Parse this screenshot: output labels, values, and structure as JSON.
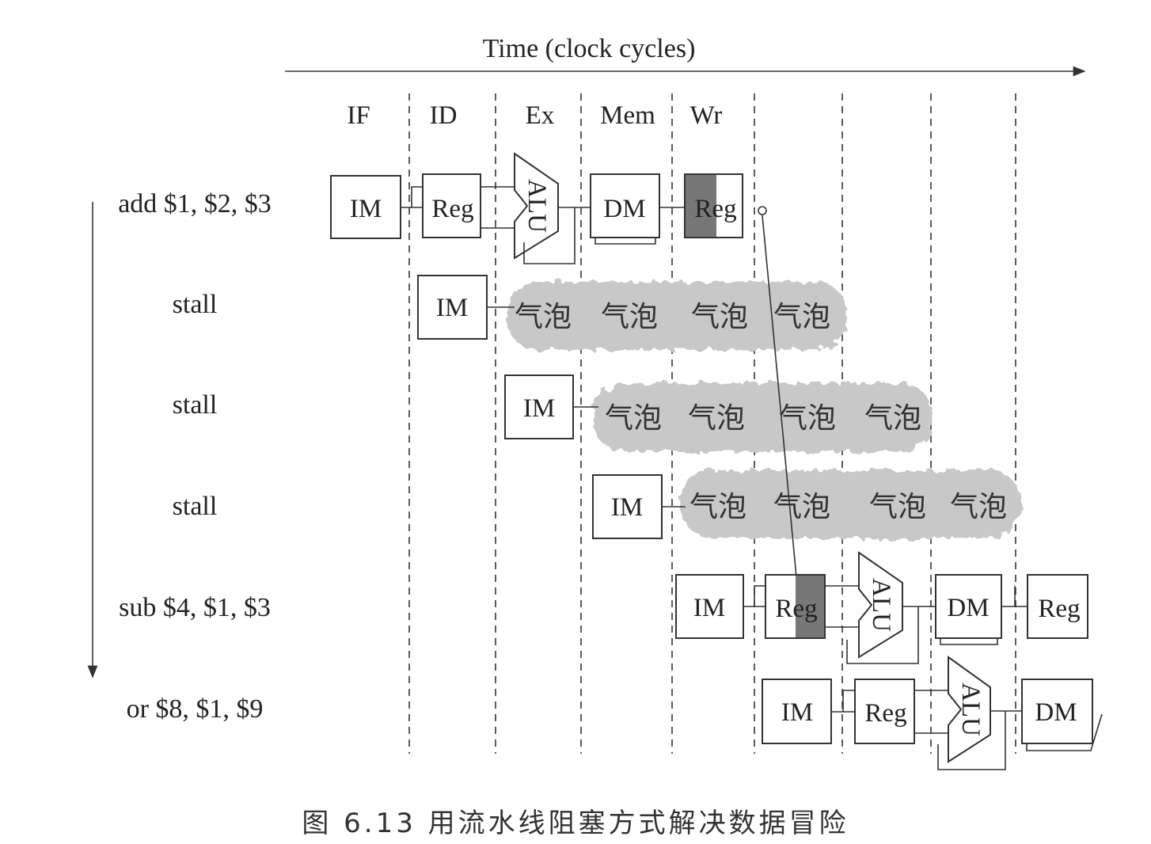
{
  "time_axis": {
    "label": "Time (clock cycles)"
  },
  "stage_headers": [
    "IF",
    "ID",
    "Ex",
    "Mem",
    "Wr"
  ],
  "instructions": [
    {
      "label": "add $1, $2, $3",
      "units": [
        "IM",
        "Reg",
        "ALU",
        "DM",
        "Reg"
      ]
    },
    {
      "label": "stall",
      "units": [
        "IM"
      ],
      "bubbles": [
        "气泡",
        "气泡",
        "气泡",
        "气泡"
      ]
    },
    {
      "label": "stall",
      "units": [
        "IM"
      ],
      "bubbles": [
        "气泡",
        "气泡",
        "气泡",
        "气泡"
      ]
    },
    {
      "label": "stall",
      "units": [
        "IM"
      ],
      "bubbles": [
        "气泡",
        "气泡",
        "气泡",
        "气泡"
      ]
    },
    {
      "label": "sub $4, $1, $3",
      "units": [
        "IM",
        "Reg",
        "ALU",
        "DM",
        "Reg"
      ]
    },
    {
      "label": "or $8, $1, $9",
      "units": [
        "IM",
        "Reg",
        "ALU",
        "DM"
      ]
    }
  ],
  "caption": "图 6.13   用流水线阻塞方式解决数据冒险",
  "colors": {
    "ink": "#333333",
    "bubble": "#c8c8c8",
    "register_shade": "#777777"
  }
}
